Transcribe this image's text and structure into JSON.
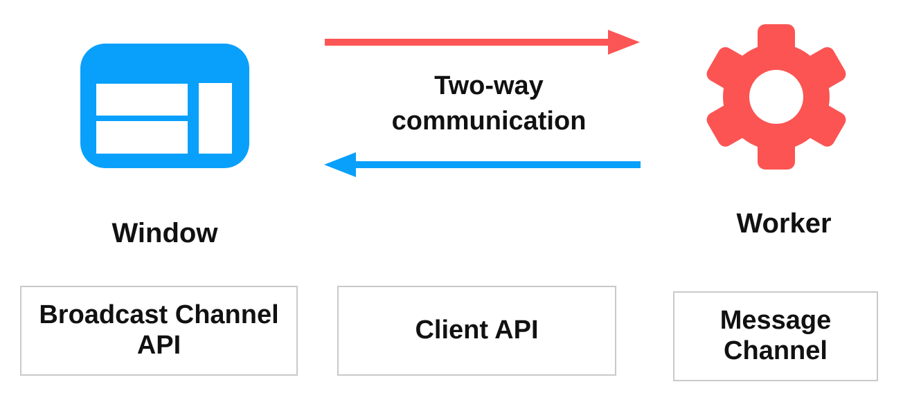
{
  "heading": {
    "text": "Two-way communication"
  },
  "nodes": {
    "window": {
      "label": "Window",
      "icon": "window-icon"
    },
    "worker": {
      "label": "Worker",
      "icon": "gear-icon"
    }
  },
  "arrows": {
    "window_to_worker": {
      "direction": "right",
      "color_name": "red"
    },
    "worker_to_window": {
      "direction": "left",
      "color_name": "blue"
    }
  },
  "api_boxes": [
    {
      "label": "Broadcast Channel API"
    },
    {
      "label": "Client API"
    },
    {
      "label": "Message Channel"
    }
  ],
  "colors": {
    "window_blue": "#09A0FC",
    "worker_red": "#FB5452",
    "arrow_red": "#FC5555",
    "arrow_blue": "#09A0FC",
    "box_border": "#c9c9c9",
    "text": "#111111"
  }
}
